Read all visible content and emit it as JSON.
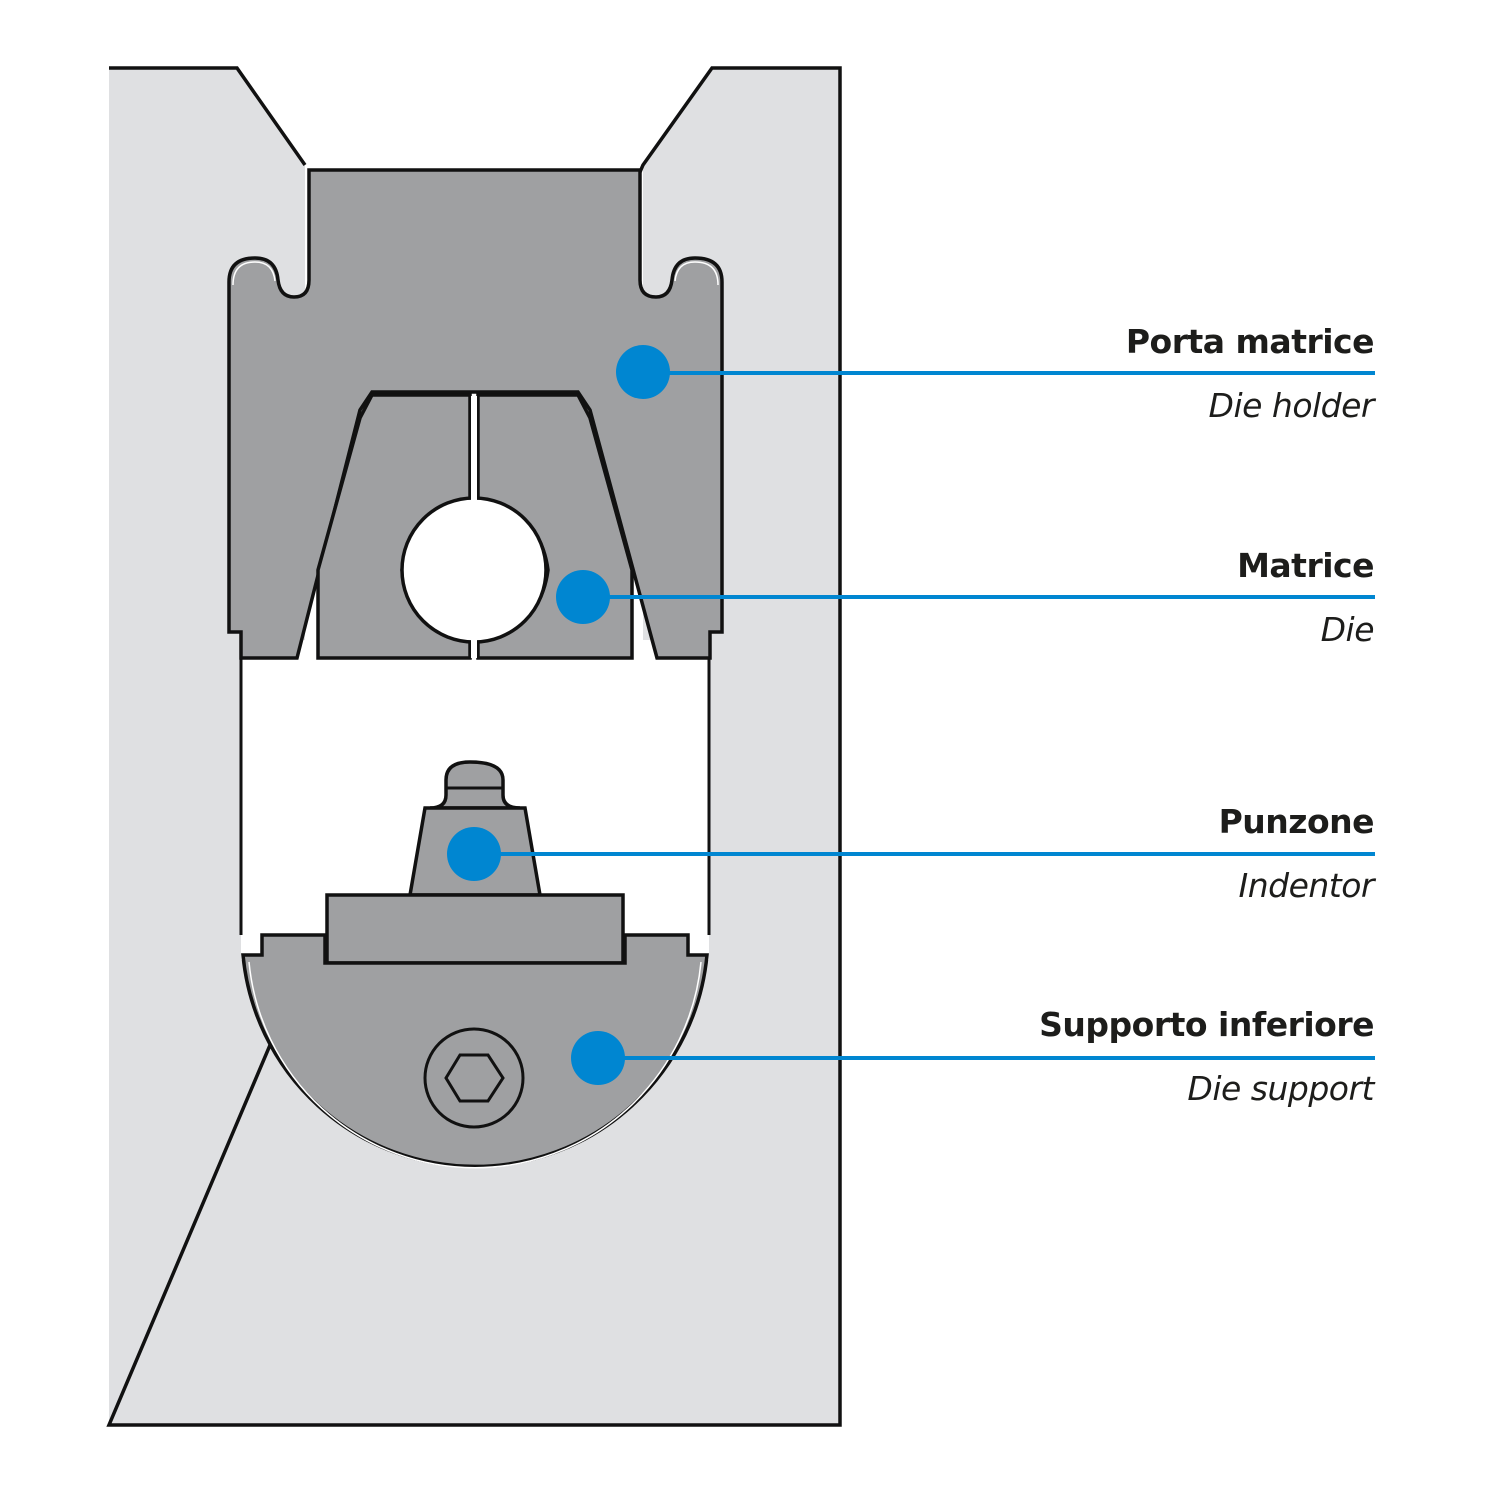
{
  "colors": {
    "frame_fill": "#dfe0e2",
    "part_fill": "#9fa0a2",
    "outline": "#111111",
    "callout": "#0086d1",
    "background": "#ffffff"
  },
  "callouts": [
    {
      "id": "die-holder",
      "label_it": "Porta matrice",
      "label_en": "Die holder"
    },
    {
      "id": "die",
      "label_it": "Matrice",
      "label_en": "Die"
    },
    {
      "id": "indentor",
      "label_it": "Punzone",
      "label_en": "Indentor"
    },
    {
      "id": "die-support",
      "label_it": "Supporto inferiore",
      "label_en": "Die support"
    }
  ]
}
